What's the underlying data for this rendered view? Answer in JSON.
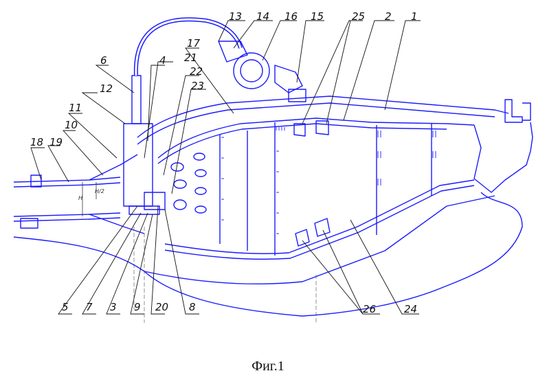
{
  "figure": {
    "caption": "Фиг.1",
    "dimension_labels": {
      "h": "H",
      "h_half": "H/2"
    },
    "callouts": {
      "c1": "1",
      "c2": "2",
      "c3": "3",
      "c4": "4",
      "c5": "5",
      "c6": "6",
      "c7": "7",
      "c8": "8",
      "c9": "9",
      "c10": "10",
      "c11": "11",
      "c12": "12",
      "c13": "13",
      "c14": "14",
      "c15": "15",
      "c16": "16",
      "c17": "17",
      "c18": "18",
      "c19": "19",
      "c20": "20",
      "c21": "21",
      "c22": "22",
      "c23": "23",
      "c24": "24",
      "c25": "25",
      "c26": "26"
    },
    "colors": {
      "outline": "#1a1aff",
      "leader": "#111111",
      "hatch": "#3030ff",
      "ground": "#4a4a4a"
    }
  }
}
